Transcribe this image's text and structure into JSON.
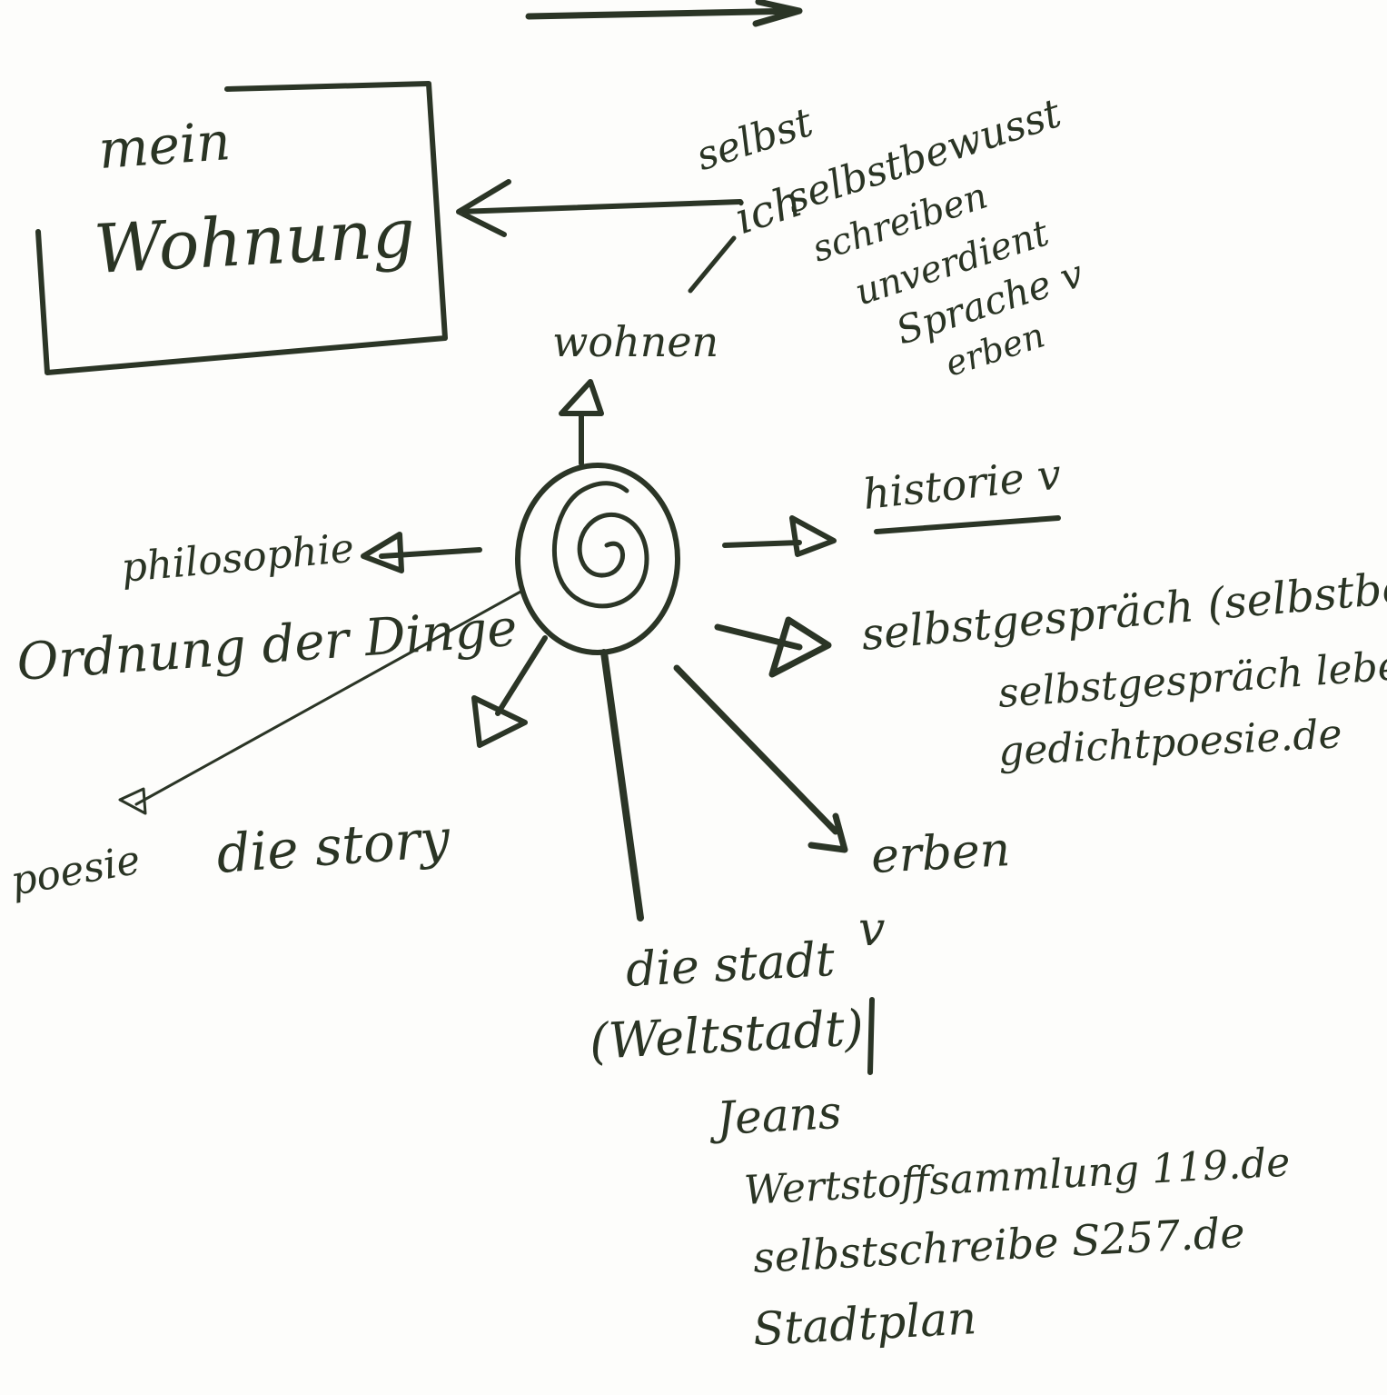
{
  "diagram": {
    "box": {
      "lines": [
        "mein",
        "Wohnung"
      ]
    },
    "center": {
      "icon": "spiral-icon"
    },
    "top_right_column": {
      "lines": [
        "selbst",
        "ich",
        "selbstbewusst",
        "schreiben",
        "unverdient",
        "Sprache v",
        "erben"
      ]
    },
    "top": {
      "label": "wohnen"
    },
    "left": {
      "line1": "philosophie",
      "line2": "Ordnung der Dinge"
    },
    "bottom_left": {
      "poem": "poesie",
      "story": "die story"
    },
    "right": {
      "label1": "historie v",
      "label2_lines": [
        "selbstgespräch (selbstbewusst)",
        "selbstgespräch leben",
        "gedichtpoesie.de"
      ],
      "label3": "erben"
    },
    "bottom": {
      "check": "v",
      "lines": [
        "die stadt",
        "(Weltstadt)",
        "Jeans",
        "Wertstoffsammlung  119.de",
        "selbstschreibe  S257.de",
        "Stadtplan"
      ]
    },
    "colors": {
      "ink": "#2b3526",
      "paper": "#fdfdfb"
    }
  }
}
